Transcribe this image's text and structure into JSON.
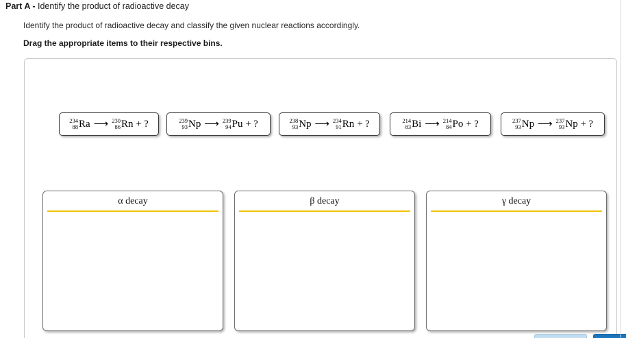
{
  "header": {
    "part_label": "Part A -",
    "part_description": " Identify the product of radioactive decay",
    "prompt": "Identify the product of radioactive decay and classify the given nuclear reactions accordingly.",
    "instruction": "Drag the appropriate items to their respective bins."
  },
  "colors": {
    "bin_underline": "#f2c200",
    "primary_button": "#1a75bc",
    "secondary_button": "#c3def0",
    "panel_border": "#c8c8c8",
    "item_border": "#3a3a3a"
  },
  "drag_items": [
    {
      "id": "item-1",
      "reactant": {
        "mass": "234",
        "atomic": "88",
        "symbol": "Ra"
      },
      "arrow": "⟶",
      "product": {
        "mass": "230",
        "atomic": "86",
        "symbol": "Rn"
      },
      "unknown": "+ ?"
    },
    {
      "id": "item-2",
      "reactant": {
        "mass": "239",
        "atomic": "93",
        "symbol": "Np"
      },
      "arrow": "⟶",
      "product": {
        "mass": "239",
        "atomic": "94",
        "symbol": "Pu"
      },
      "unknown": "+ ?"
    },
    {
      "id": "item-3",
      "reactant": {
        "mass": "238",
        "atomic": "93",
        "symbol": "Np"
      },
      "arrow": "⟶",
      "product": {
        "mass": "234",
        "atomic": "91",
        "symbol": "Rn"
      },
      "unknown": "+ ?"
    },
    {
      "id": "item-4",
      "reactant": {
        "mass": "214",
        "atomic": "83",
        "symbol": "Bi"
      },
      "arrow": "⟶",
      "product": {
        "mass": "214",
        "atomic": "84",
        "symbol": "Po"
      },
      "unknown": "+ ?"
    },
    {
      "id": "item-5",
      "reactant": {
        "mass": "237",
        "atomic": "93",
        "symbol": "Np"
      },
      "arrow": "⟶",
      "product": {
        "mass": "237",
        "atomic": "93",
        "symbol": "Np"
      },
      "unknown": "+ ?"
    }
  ],
  "bins": [
    {
      "id": "bin-alpha",
      "label": "α decay",
      "items": []
    },
    {
      "id": "bin-beta",
      "label": "β decay",
      "items": []
    },
    {
      "id": "bin-gamma",
      "label": "γ decay",
      "items": []
    }
  ],
  "footer": {
    "submit_label": "",
    "next_label": ""
  }
}
